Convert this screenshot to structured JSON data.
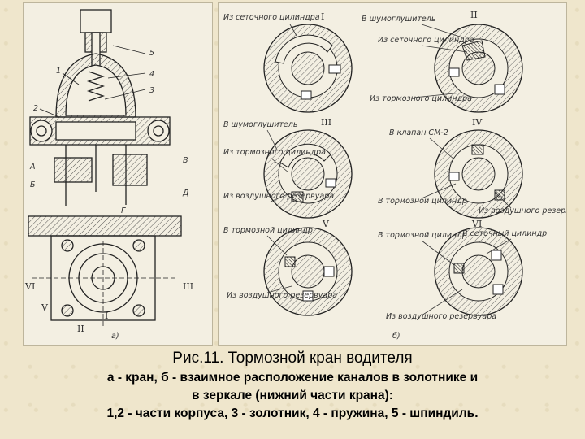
{
  "figure": {
    "part_a_label": "а)",
    "part_b_label": "б)",
    "part_a_callouts": [
      "1",
      "2",
      "3",
      "4",
      "5",
      "А",
      "Б",
      "В",
      "Г",
      "Д",
      "I",
      "II",
      "III",
      "V",
      "VI"
    ],
    "roman_numerals": [
      "I",
      "II",
      "III",
      "IV",
      "V",
      "VI"
    ],
    "disc_labels": {
      "d1": [
        "Из сеточного цилиндра"
      ],
      "d2": [
        "В шумоглушитель",
        "Из сеточного цилиндра",
        "Из тормозного цилиндра"
      ],
      "d3": [
        "В шумоглушитель",
        "Из тормозного цилиндра",
        "Из воздушного резервуара"
      ],
      "d4": [
        "В клапан СМ-2",
        "В тормозной цилиндр",
        "Из воздушного резервуара"
      ],
      "d5": [
        "В тормозной цилиндр",
        "Из воздушного резервуара"
      ],
      "d6": [
        "В тормозной цилиндр",
        "В сеточный цилиндр",
        "Из воздушного резервуара"
      ]
    }
  },
  "caption": {
    "title": "Рис.11. Тормозной кран водителя",
    "line1": "а - кран, б - взаимное расположение каналов в золотнике и",
    "line2": "в зеркале (нижний части крана):",
    "line3": "1,2 - части корпуса, 3 - золотник, 4 - пружина, 5 - шпиндиль."
  }
}
